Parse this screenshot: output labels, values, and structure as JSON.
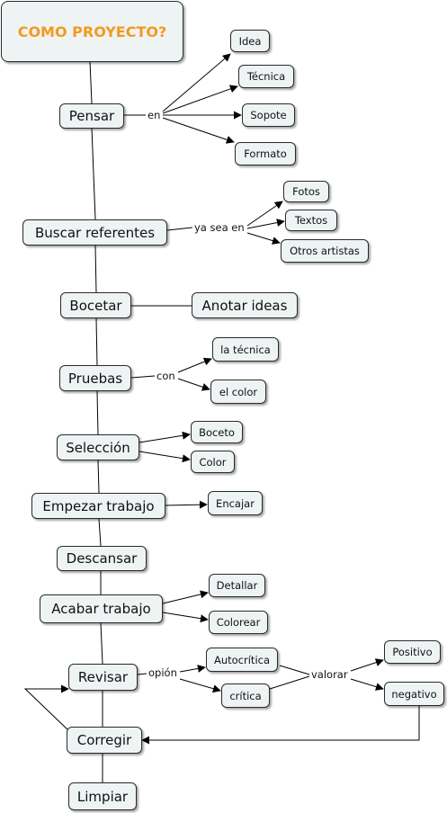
{
  "colors": {
    "title": "#f39a1e",
    "node_fill": "#eef3f4",
    "line": "#000000"
  },
  "diagram": {
    "title": "COMO PROYECTO?",
    "steps": {
      "pensar": "Pensar",
      "buscar": "Buscar referentes",
      "bocetar": "Bocetar",
      "pruebas": "Pruebas",
      "seleccion": "Selección",
      "empezar": "Empezar trabajo",
      "descansar": "Descansar",
      "acabar": "Acabar trabajo",
      "revisar": "Revisar",
      "corregir": "Corregir",
      "limpiar": "Limpiar"
    },
    "links": {
      "en": "en",
      "ya_sea_en": "ya sea en",
      "con": "con",
      "opion": "opión",
      "valorar": "valorar"
    },
    "concepts": {
      "idea": "Idea",
      "tecnica": "Técnica",
      "sopote": "Sopote",
      "formato": "Formato",
      "fotos": "Fotos",
      "textos": "Textos",
      "otros_artistas": "Otros artistas",
      "anotar_ideas": "Anotar ideas",
      "la_tecnica": "la técnica",
      "el_color": "el color",
      "boceto": "Boceto",
      "color": "Color",
      "encajar": "Encajar",
      "detallar": "Detallar",
      "colorear": "Colorear",
      "autocritica": "Autocrítica",
      "critica": "crítica",
      "positivo": "Positivo",
      "negativo": "negativo"
    }
  }
}
